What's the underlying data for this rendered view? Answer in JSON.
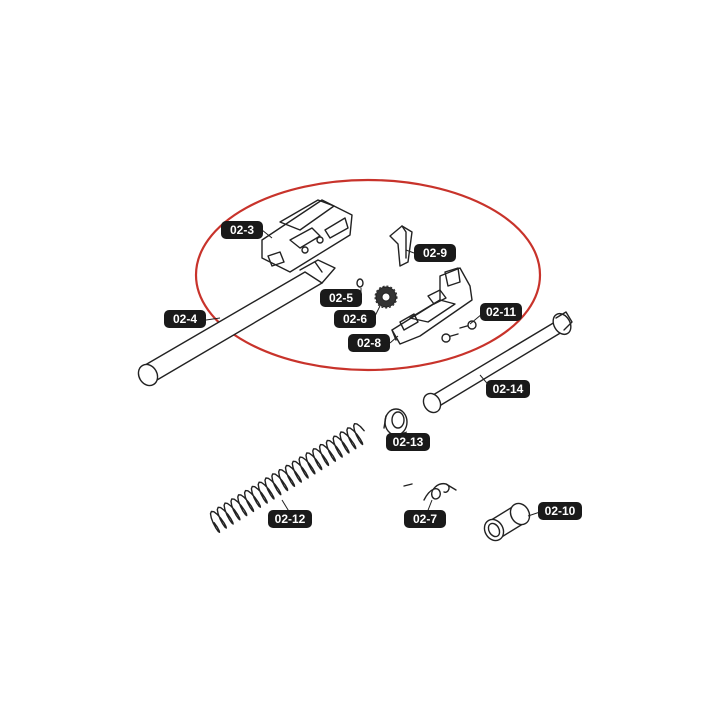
{
  "diagram": {
    "highlight_color": "#c8332b",
    "label_bg": "#1a1a1a",
    "label_fg": "#ffffff",
    "labels": {
      "p02_3": "02-3",
      "p02_9": "02-9",
      "p02_5": "02-5",
      "p02_6": "02-6",
      "p02_8": "02-8",
      "p02_11": "02-11",
      "p02_4": "02-4",
      "p02_14": "02-14",
      "p02_13": "02-13",
      "p02_12": "02-12",
      "p02_7": "02-7",
      "p02_10": "02-10"
    }
  }
}
